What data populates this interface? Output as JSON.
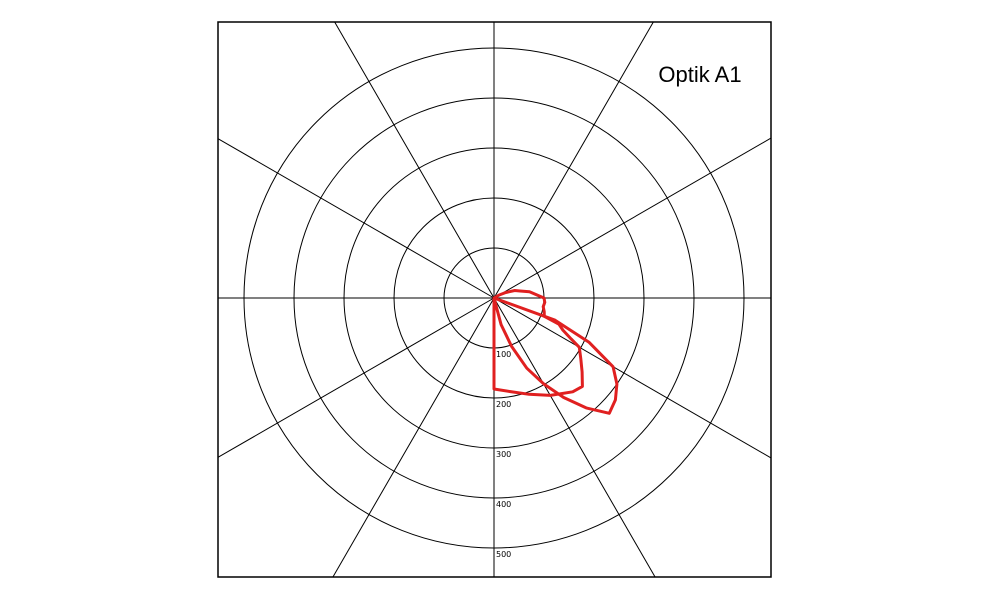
{
  "chart_data": {
    "type": "polar",
    "title": "Optik A1",
    "radial_ticks": [
      "100",
      "200",
      "300",
      "400",
      "500"
    ],
    "r_max": 550,
    "spoke_angles_deg": [
      0,
      30,
      60,
      90,
      120,
      150,
      180,
      210,
      240,
      270,
      300,
      330
    ],
    "grid": true,
    "colors": {
      "curve": "#e02020",
      "grid": "#000000"
    },
    "series": [
      {
        "angle_deg": [
          0,
          10,
          20,
          30,
          40,
          45,
          50,
          55,
          60,
          62,
          65,
          68,
          70,
          75,
          80,
          85,
          90,
          100,
          105,
          110,
          115,
          120,
          125
        ],
        "r": [
          182,
          190,
          205,
          225,
          245,
          250,
          230,
          212,
          197,
          175,
          152,
          140,
          107,
          104,
          100,
          102,
          100,
          72,
          54,
          44,
          26,
          12,
          0
        ]
      },
      {
        "angle_deg": [
          10,
          15,
          20,
          25,
          30,
          35,
          40,
          45,
          50,
          55,
          60,
          65,
          70,
          75
        ],
        "r": [
          0,
          55,
          103,
          155,
          198,
          243,
          287,
          326,
          317,
          300,
          275,
          210,
          130,
          0
        ]
      }
    ]
  }
}
